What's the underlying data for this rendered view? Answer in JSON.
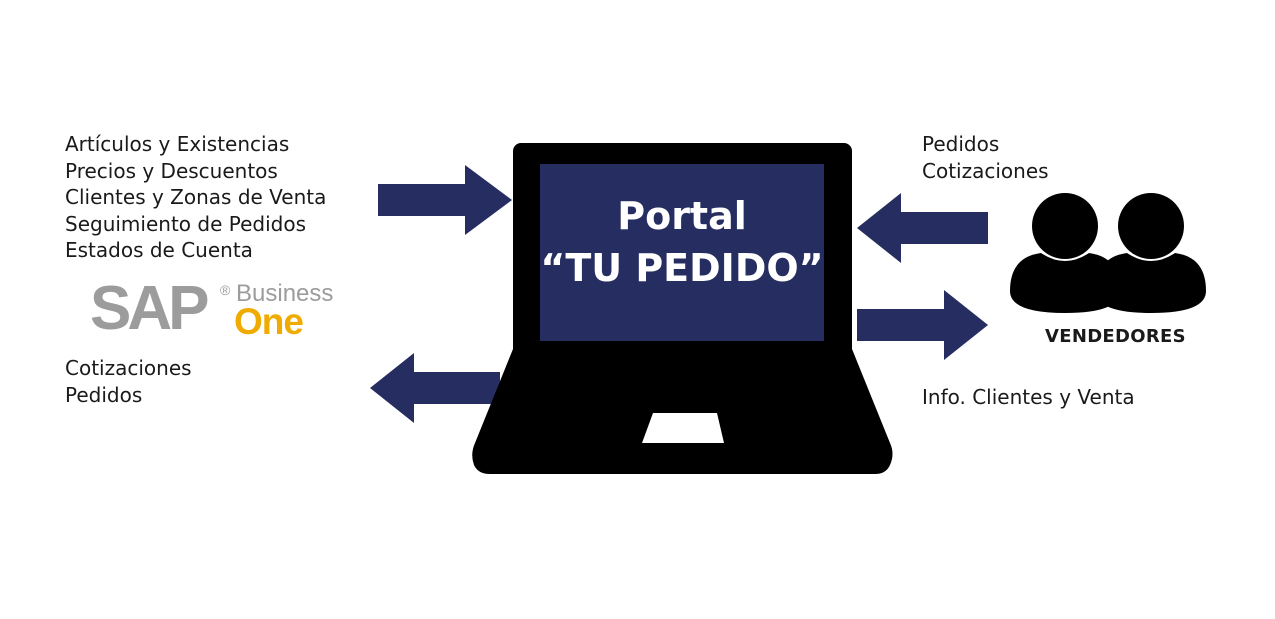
{
  "colors": {
    "arrow": "#262e61",
    "screen": "#262e61",
    "laptop_body": "#000000",
    "sap_gray": "#9c9c9c",
    "sap_gold": "#f0ab00"
  },
  "left_inputs": [
    "Artículos y Existencias",
    "Precios y Descuentos",
    "Clientes y Zonas de Venta",
    "Seguimiento de Pedidos",
    "Estados de Cuenta"
  ],
  "left_outputs": [
    "Cotizaciones",
    "Pedidos"
  ],
  "right_inputs": [
    "Pedidos",
    "Cotizaciones"
  ],
  "right_output": "Info. Clientes y Venta",
  "portal": {
    "line1": "Portal",
    "line2": "“TU PEDIDO”"
  },
  "sap_logo": {
    "sap": "SAP",
    "reg": "®",
    "business": "Business",
    "one": "One"
  },
  "vendedores": {
    "label": "VENDEDORES",
    "icon": "people-icon"
  }
}
